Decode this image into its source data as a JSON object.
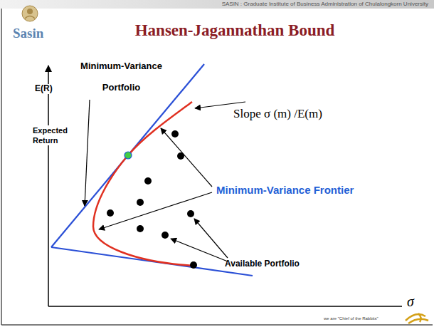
{
  "diagram": {
    "title": "Hansen-Jagannathan Bound",
    "labels": [
      "SASIN : Graduate Institute of Business Administration of Chulalongkorn University",
      "Sasin",
      "Minimum-Variance Portfolio",
      "E(R)",
      "Expected Return",
      "Slope σ (m) /E(m)",
      "Minimum-Variance Frontier",
      "Available Portfolio",
      "σ",
      "we are \"Chief of the Rabbits\""
    ]
  }
}
